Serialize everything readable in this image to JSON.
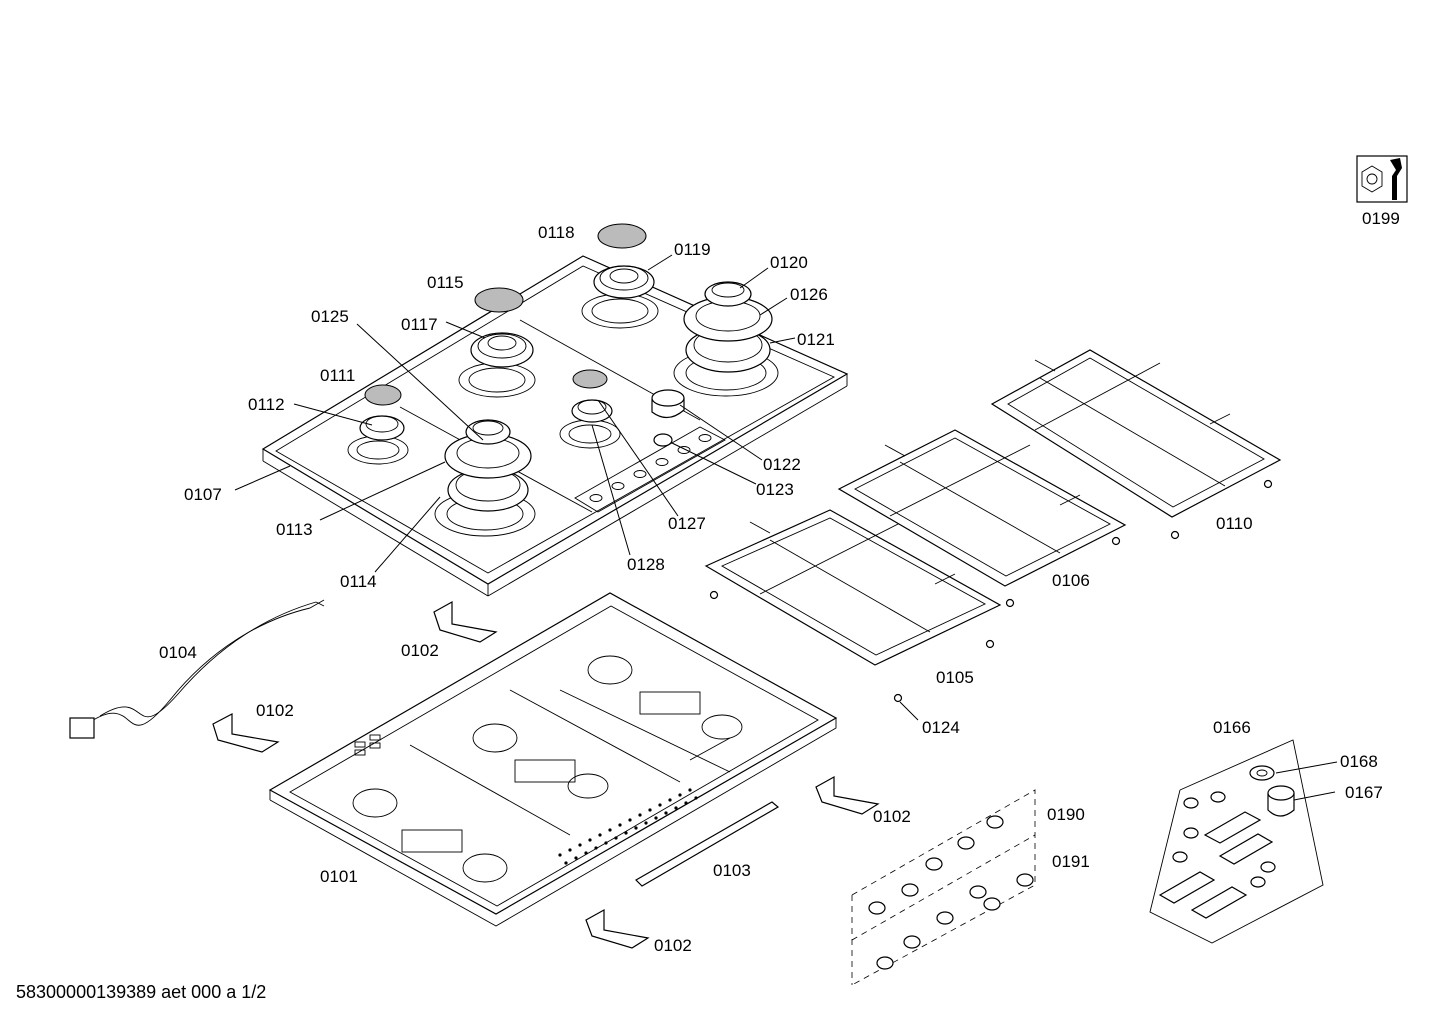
{
  "labels": {
    "l0118": "0118",
    "l0119": "0119",
    "l0120": "0120",
    "l0126": "0126",
    "l0115": "0115",
    "l0125": "0125",
    "l0117": "0117",
    "l0121": "0121",
    "l0111": "0111",
    "l0112": "0112",
    "l0122": "0122",
    "l0123": "0123",
    "l0107": "0107",
    "l0113": "0113",
    "l0127": "0127",
    "l0114": "0114",
    "l0128": "0128",
    "l0110": "0110",
    "l0106": "0106",
    "l0105": "0105",
    "l0124": "0124",
    "l0104": "0104",
    "l0102a": "0102",
    "l0102b": "0102",
    "l0102c": "0102",
    "l0102d": "0102",
    "l0101": "0101",
    "l0103": "0103",
    "l0190": "0190",
    "l0191": "0191",
    "l0166": "0166",
    "l0168": "0168",
    "l0167": "0167",
    "l0199": "0199"
  },
  "footer": {
    "doc_id": "58300000139389 aet 000 a 1/2"
  },
  "icons": {
    "service_icon": "wrench-nut-icon"
  }
}
